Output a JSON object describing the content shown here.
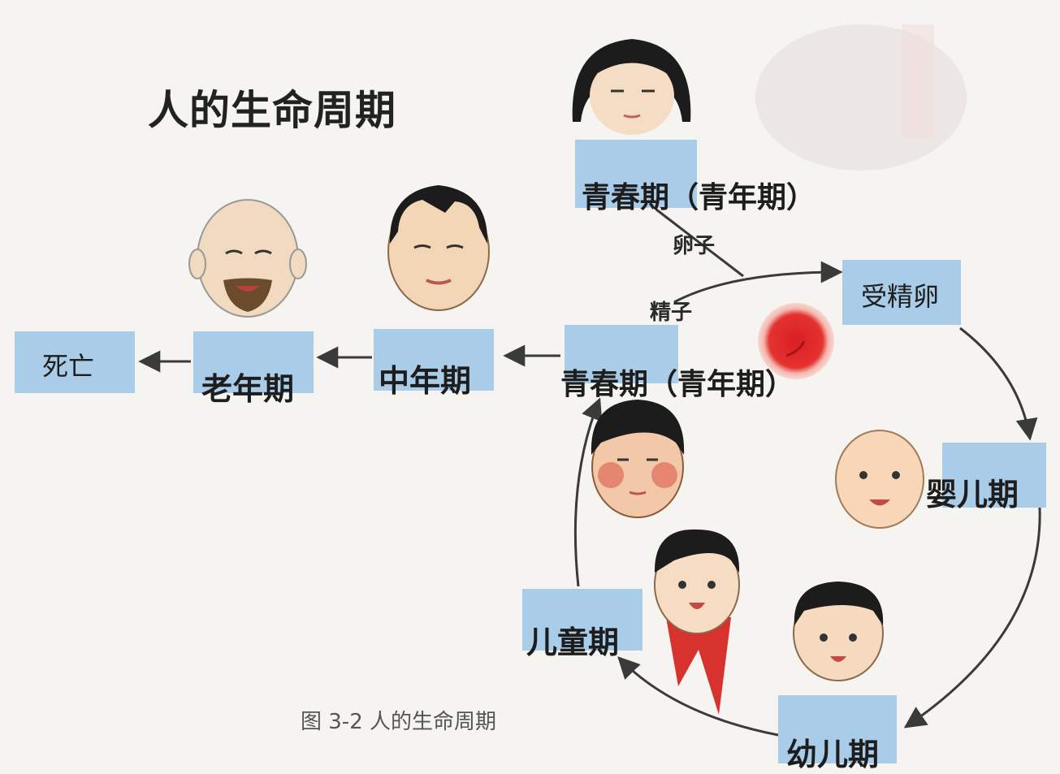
{
  "title": "人的生命周期",
  "stages": {
    "death": "死亡",
    "old_age": "老年期",
    "middle_age": "中年期",
    "puberty_center": "青春期（青年期）",
    "puberty_top": "青春期（青年期）",
    "zygote": "受精卵",
    "infancy": "婴儿期",
    "toddler": "幼儿期",
    "childhood": "儿童期"
  },
  "gametes": {
    "egg": "卵子",
    "sperm": "精子"
  },
  "caption": "图 3-2  人的生命周期",
  "colors": {
    "box": "#a9cce8",
    "arrow": "#3a3a3a",
    "zygote": "#e0262a",
    "skin": "#f3d2b0",
    "hair": "#1c1c1c"
  }
}
